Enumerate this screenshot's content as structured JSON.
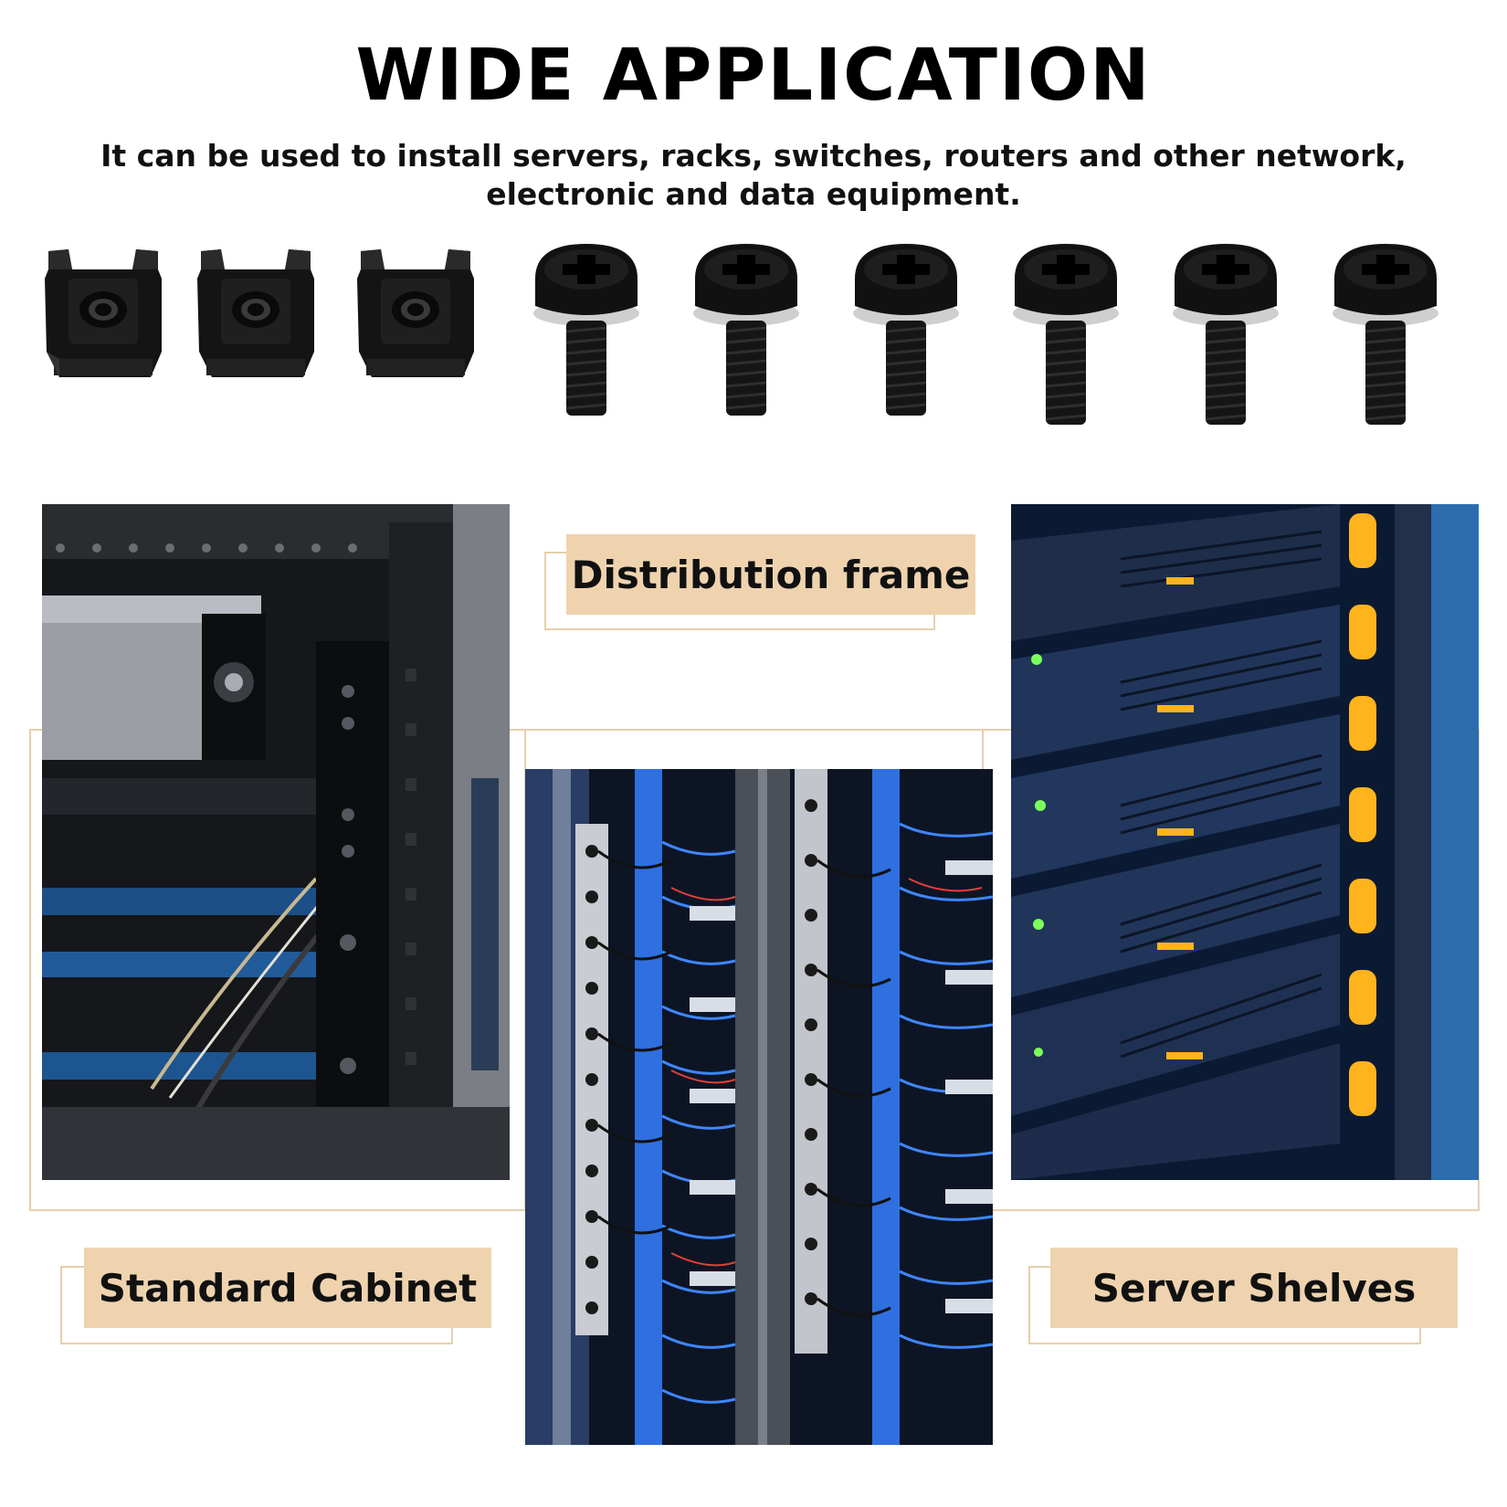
{
  "header": {
    "title": "WIDE APPLICATION",
    "subtitle_line1": "It can be used to install servers, racks, switches, routers and other network,",
    "subtitle_line2": "electronic and data equipment."
  },
  "parts": {
    "cage_nuts": [
      "cage-nut",
      "cage-nut",
      "cage-nut"
    ],
    "screws": [
      "screw",
      "screw",
      "screw",
      "screw",
      "screw",
      "screw"
    ]
  },
  "applications": {
    "distribution_frame": "Distribution frame",
    "standard_cabinet": "Standard Cabinet",
    "server_shelves": "Server Shelves"
  },
  "colors": {
    "label_fill": "#efd3ae",
    "label_border": "#e7d0ad",
    "server_glow": "#ffb41e",
    "cable_blue": "#2f6fe0"
  }
}
